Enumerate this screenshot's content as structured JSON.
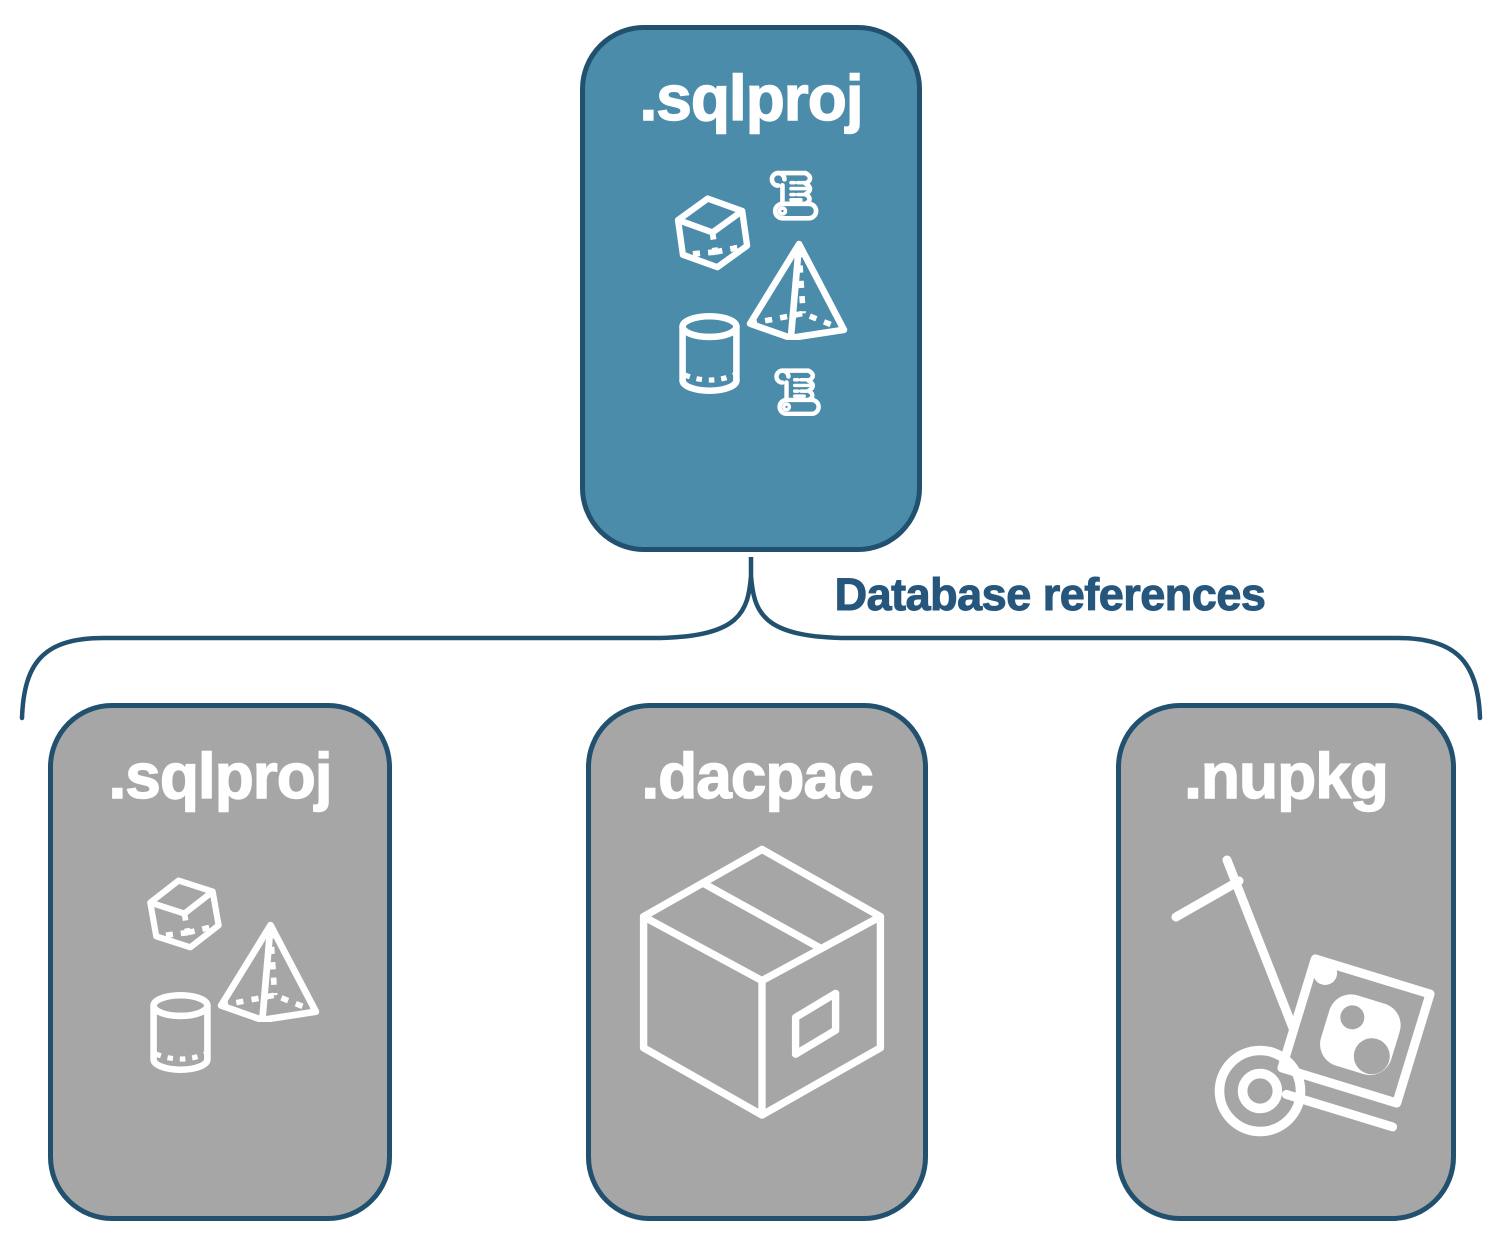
{
  "diagram": {
    "root": {
      "label": ".sqlproj",
      "icons": [
        "cube",
        "scroll",
        "pyramid",
        "cylinder",
        "scroll"
      ]
    },
    "connector": {
      "label": "Database references"
    },
    "children": [
      {
        "label": ".sqlproj",
        "icon": "sql-objects-cube-pyramid-cylinder"
      },
      {
        "label": ".dacpac",
        "icon": "package-box"
      },
      {
        "label": ".nupkg",
        "icon": "nuget-package-dolly"
      }
    ]
  },
  "colors": {
    "root_fill": "#4B8CAB",
    "child_fill": "#A6A6A6",
    "outline": "#21516F",
    "icon": "#FFFFFF",
    "label_text": "#26567C",
    "background": "#FFFFFF"
  }
}
